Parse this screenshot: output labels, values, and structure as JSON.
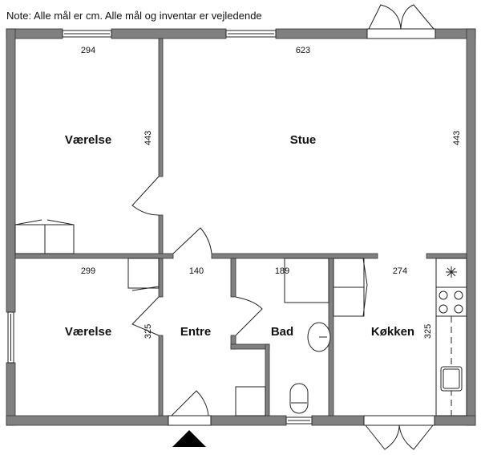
{
  "note": "Note: Alle mål er cm. Alle mål og inventar er vejledende",
  "rooms": [
    {
      "name": "Værelse",
      "width": "294",
      "depth": "443"
    },
    {
      "name": "Stue",
      "width": "623",
      "depth": "443"
    },
    {
      "name": "Værelse",
      "width": "299",
      "depth": "325"
    },
    {
      "name": "Entre",
      "width": "140"
    },
    {
      "name": "Bad",
      "width": "189"
    },
    {
      "name": "Køkken",
      "width": "274",
      "depth": "325"
    }
  ],
  "colors": {
    "wall": "#808080",
    "line": "#222222"
  }
}
